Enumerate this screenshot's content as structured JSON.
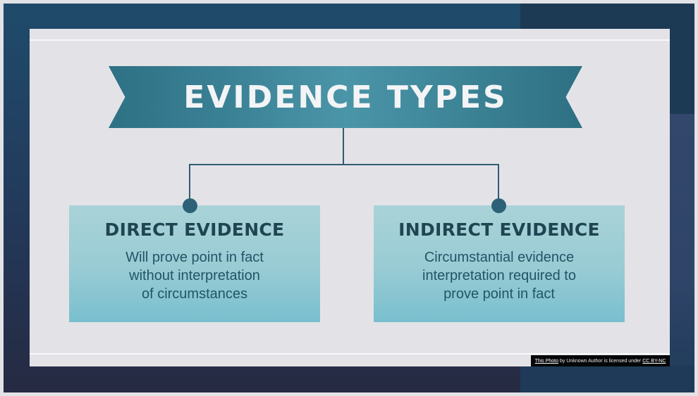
{
  "title": "EVIDENCE TYPES",
  "cards": [
    {
      "title": "DIRECT EVIDENCE",
      "description": "Will prove point in fact\nwithout interpretation\nof circumstances"
    },
    {
      "title": "INDIRECT EVIDENCE",
      "description": "Circumstantial evidence\ninterpretation required to\nprove point in fact"
    }
  ],
  "attribution": {
    "photo_link": "This Photo",
    "middle": "by Unknown Author is licensed under",
    "license_link": "CC BY-NC"
  },
  "colors": {
    "ribbon": "#3b8195",
    "connector": "#2f5d72",
    "card_top": "#a9d3d8",
    "card_bottom": "#79bfce",
    "frame": "#1f4b6b",
    "slide_bg": "#e3e3e7"
  }
}
